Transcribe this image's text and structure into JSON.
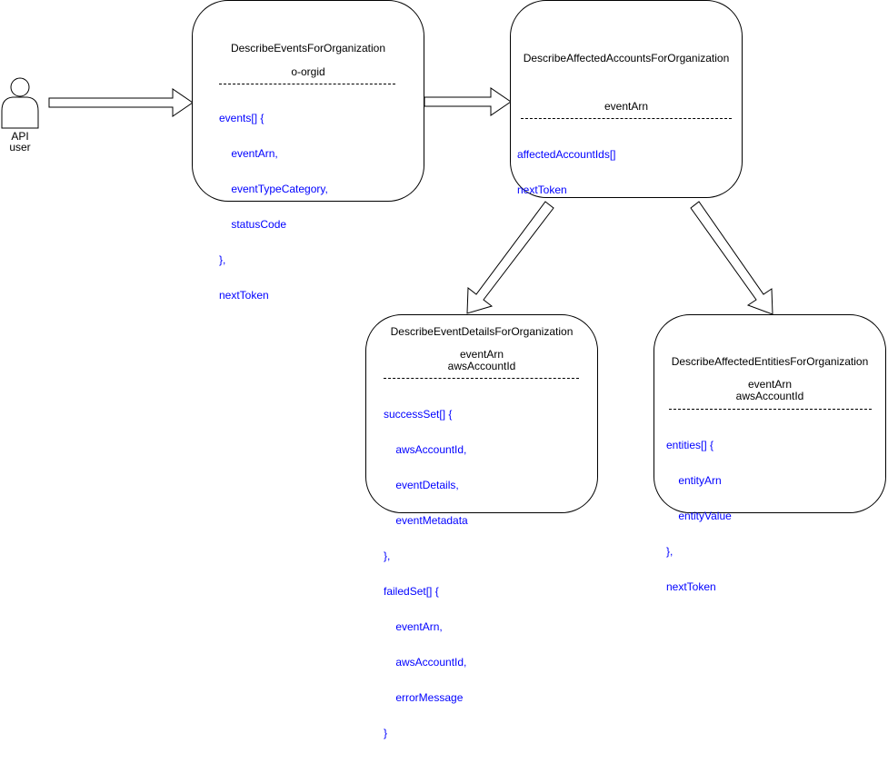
{
  "actor": {
    "label_line1": "API",
    "label_line2": "user"
  },
  "boxes": {
    "events": {
      "title": "DescribeEventsForOrganization",
      "params": [
        "o-orgid"
      ],
      "outputs": [
        "events[] {",
        "    eventArn,",
        "    eventTypeCategory,",
        "    statusCode",
        "},",
        "nextToken"
      ]
    },
    "affected_accounts": {
      "title": "DescribeAffectedAccountsForOrganization",
      "params": [
        "eventArn"
      ],
      "outputs": [
        "affectedAccountIds[]",
        "nextToken"
      ]
    },
    "event_details": {
      "title": "DescribeEventDetailsForOrganization",
      "params": [
        "eventArn",
        "awsAccountId"
      ],
      "outputs": [
        "successSet[] {",
        "    awsAccountId,",
        "    eventDetails,",
        "    eventMetadata",
        "},",
        "failedSet[] {",
        "    eventArn,",
        "    awsAccountId,",
        "    errorMessage",
        "}"
      ]
    },
    "affected_entities": {
      "title": "DescribeAffectedEntitiesForOrganization",
      "params": [
        "eventArn",
        "awsAccountId"
      ],
      "outputs": [
        "entities[] {",
        "    entityArn",
        "    entityValue",
        "},",
        "nextToken"
      ]
    }
  },
  "colors": {
    "output_text": "#0000ff",
    "box_border": "#000000"
  }
}
